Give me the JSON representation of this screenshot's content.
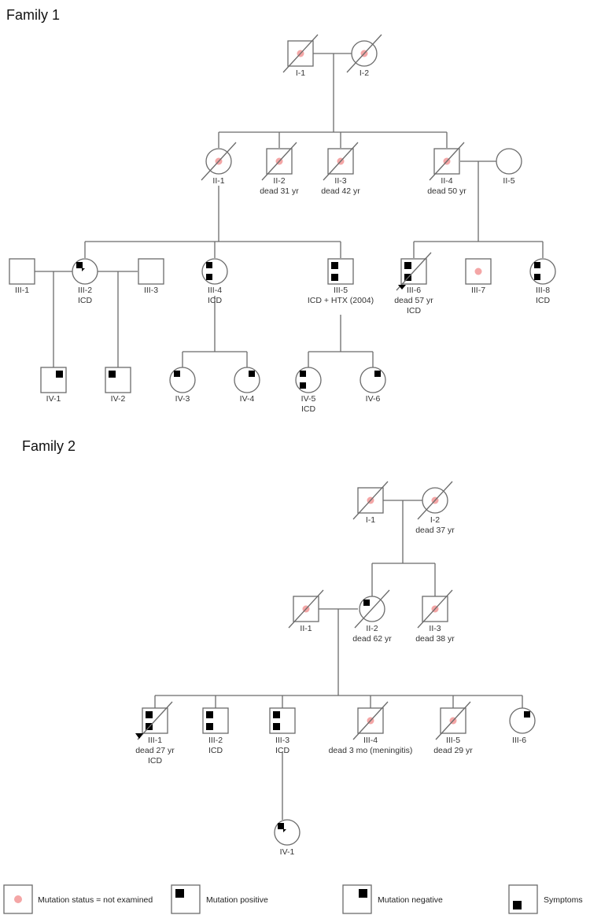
{
  "titles": {
    "family1": "Family 1",
    "family2": "Family 2"
  },
  "family1": {
    "I-1": {
      "id": "I-1"
    },
    "I-2": {
      "id": "I-2"
    },
    "II-1": {
      "id": "II-1"
    },
    "II-2": {
      "id": "II-2",
      "note": "dead 31 yr"
    },
    "II-3": {
      "id": "II-3",
      "note": "dead 42 yr"
    },
    "II-4": {
      "id": "II-4",
      "note": "dead 50 yr"
    },
    "II-5": {
      "id": "II-5"
    },
    "III-1": {
      "id": "III-1"
    },
    "III-2": {
      "id": "III-2",
      "note": "ICD"
    },
    "III-3": {
      "id": "III-3"
    },
    "III-4": {
      "id": "III-4",
      "note": "ICD"
    },
    "III-5": {
      "id": "III-5",
      "note": "ICD + HTX (2004)"
    },
    "III-6": {
      "id": "III-6",
      "note": "dead 57 yr",
      "note2": "ICD"
    },
    "III-7": {
      "id": "III-7"
    },
    "III-8": {
      "id": "III-8",
      "note": "ICD"
    },
    "IV-1": {
      "id": "IV-1"
    },
    "IV-2": {
      "id": "IV-2"
    },
    "IV-3": {
      "id": "IV-3"
    },
    "IV-4": {
      "id": "IV-4"
    },
    "IV-5": {
      "id": "IV-5",
      "note": "ICD"
    },
    "IV-6": {
      "id": "IV-6"
    }
  },
  "family2": {
    "I-1": {
      "id": "I-1"
    },
    "I-2": {
      "id": "I-2",
      "note": "dead 37 yr"
    },
    "II-1": {
      "id": "II-1"
    },
    "II-2": {
      "id": "II-2",
      "note": "dead 62 yr"
    },
    "II-3": {
      "id": "II-3",
      "note": "dead 38 yr"
    },
    "III-1": {
      "id": "III-1",
      "note": "dead 27 yr",
      "note2": "ICD"
    },
    "III-2": {
      "id": "III-2",
      "note": "ICD"
    },
    "III-3": {
      "id": "III-3",
      "note": "ICD"
    },
    "III-4": {
      "id": "III-4",
      "note": "dead 3 mo (meningitis)"
    },
    "III-5": {
      "id": "III-5",
      "note": "dead 29 yr"
    },
    "III-6": {
      "id": "III-6"
    },
    "IV-1": {
      "id": "IV-1"
    }
  },
  "legend": {
    "not_examined": "Mutation status = not examined",
    "positive": "Mutation positive",
    "negative": "Mutation negative",
    "symptoms": "Symptoms"
  }
}
